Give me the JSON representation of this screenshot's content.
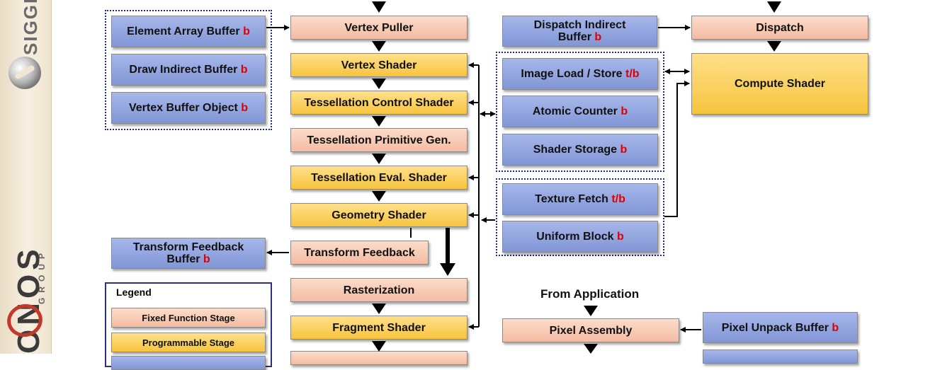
{
  "branding": {
    "siggraph": "SIGGRAPH",
    "khronos": "ONOS",
    "group": "GROUP"
  },
  "pipeline": {
    "vertex_puller": "Vertex Puller",
    "vertex_shader": "Vertex Shader",
    "tess_control": "Tessellation Control Shader",
    "tess_primitive": "Tessellation Primitive Gen.",
    "tess_eval": "Tessellation Eval. Shader",
    "geometry_shader": "Geometry Shader",
    "transform_feedback": "Transform Feedback",
    "rasterization": "Rasterization",
    "fragment_shader": "Fragment Shader"
  },
  "input_buffers": {
    "element_array": {
      "text": "Element Array Buffer ",
      "flag": "b"
    },
    "draw_indirect": {
      "text": "Draw Indirect Buffer ",
      "flag": "b"
    },
    "vertex_buffer": {
      "text": "Vertex Buffer Object ",
      "flag": "b"
    }
  },
  "tf_buffer": {
    "line1": "Transform Feedback",
    "line2": "Buffer ",
    "flag": "b"
  },
  "compute": {
    "dispatch_indirect": {
      "line1": "Dispatch Indirect",
      "line2": "Buffer ",
      "flag": "b"
    },
    "dispatch": "Dispatch",
    "compute_shader": "Compute Shader"
  },
  "resources": {
    "image_load_store": {
      "text": "Image Load / Store ",
      "flag": "t/b"
    },
    "atomic_counter": {
      "text": "Atomic Counter ",
      "flag": "b"
    },
    "shader_storage": {
      "text": "Shader Storage ",
      "flag": "b"
    },
    "texture_fetch": {
      "text": "Texture Fetch ",
      "flag": "t/b"
    },
    "uniform_block": {
      "text": "Uniform Block ",
      "flag": "b"
    }
  },
  "pixel": {
    "from_application": "From Application",
    "pixel_assembly": "Pixel Assembly",
    "pixel_unpack": {
      "text": "Pixel Unpack Buffer ",
      "flag": "b"
    }
  },
  "legend": {
    "title": "Legend",
    "fixed": "Fixed Function Stage",
    "programmable": "Programmable Stage"
  },
  "colors": {
    "fixed_function": "#f4bca3",
    "programmable": "#f6c43e",
    "buffer": "#8196d6",
    "buffer_flag": "#e00000",
    "group_border": "#1c2a8c"
  }
}
